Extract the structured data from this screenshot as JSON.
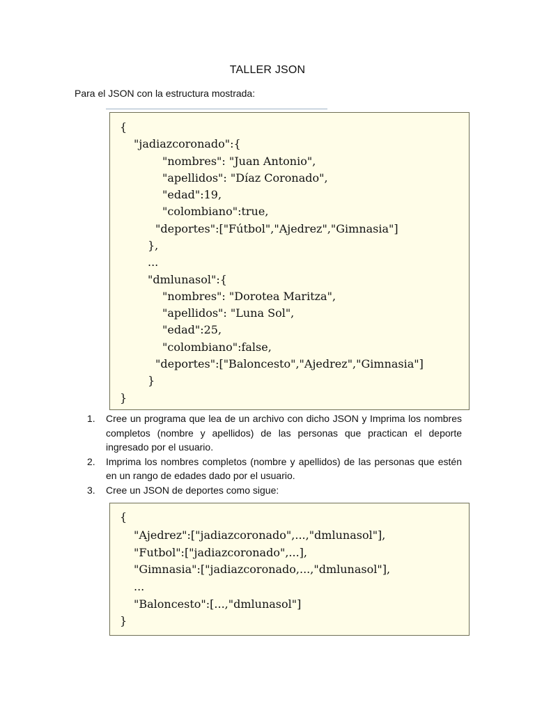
{
  "title": "TALLER JSON",
  "intro": "Para el JSON con la estructura mostrada:",
  "code_block_1": [
    "{",
    "\"jadiazcoronado\":{",
    "\"nombres\": \"Juan Antonio\",",
    "\"apellidos\": \"Díaz Coronado\",",
    "\"edad\":19,",
    "\"colombiano\":true,",
    "\"deportes\":[\"Fútbol\",\"Ajedrez\",\"Gimnasia\"]",
    "},",
    "...",
    "\"dmlunasol\":{",
    "\"nombres\": \"Dorotea Maritza\",",
    "\"apellidos\": \"Luna Sol\",",
    "\"edad\":25,",
    "\"colombiano\":false,",
    "\"deportes\":[\"Baloncesto\",\"Ajedrez\",\"Gimnasia\"]",
    "}",
    "}"
  ],
  "tasks": [
    {
      "number": "1.",
      "text": "Cree un programa que lea de un archivo con dicho JSON y Imprima los nombres completos (nombre y apellidos) de las personas que practican el deporte ingresado por el usuario."
    },
    {
      "number": "2.",
      "text": "Imprima los nombres completos (nombre y apellidos) de las personas que estén en un rango de edades dado por el usuario."
    },
    {
      "number": "3.",
      "text": "Cree un JSON de deportes como sigue:"
    }
  ],
  "code_block_2": [
    "{",
    "\"Ajedrez\":[\"jadiazcoronado\",...,\"dmlunasol\"],",
    "\"Futbol\":[\"jadiazcoronado\",...],",
    "\"Gimnasia\":[\"jadiazcoronado,...,\"dmlunasol\"],",
    "...",
    "\"Baloncesto\":[...,\"dmlunasol\"]",
    "}"
  ]
}
